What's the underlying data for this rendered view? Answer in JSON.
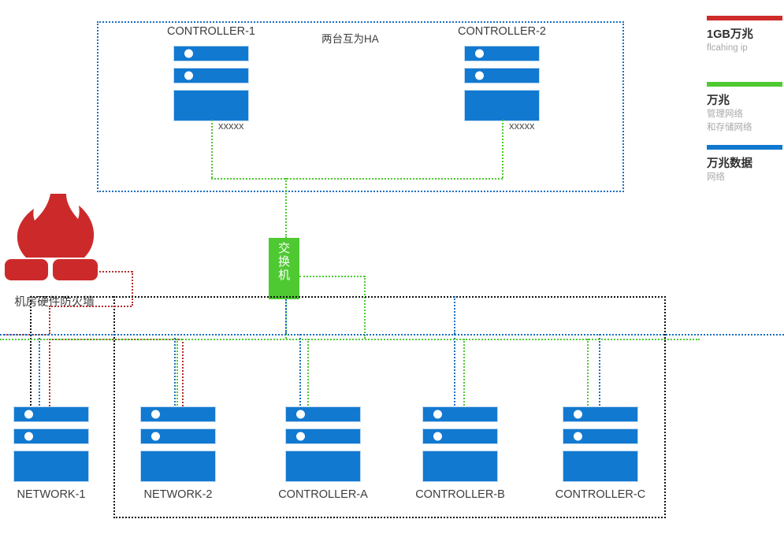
{
  "diagram": {
    "title_note": "两台互为HA",
    "firewall": {
      "label": "机房硬件防火墙",
      "icon": "firewall-flame-icon",
      "color": "#cc2a2a"
    },
    "switch": {
      "label_chars": [
        "交",
        "换",
        "机"
      ],
      "color": "#4ec931"
    },
    "top_zone": {
      "border_color": "#1b6fc0",
      "nodes": [
        {
          "name": "CONTROLLER-1",
          "port_label": "xxxxx"
        },
        {
          "name": "CONTROLLER-2",
          "port_label": "xxxxx"
        }
      ]
    },
    "bottom_zone": {
      "border_color": "#111111",
      "nodes": [
        {
          "name": "NETWORK-1"
        },
        {
          "name": "NETWORK-2"
        },
        {
          "name": "CONTROLLER-A"
        },
        {
          "name": "CONTROLLER-B"
        },
        {
          "name": "CONTROLLER-C"
        }
      ]
    },
    "server_color": "#1279d1",
    "legend": [
      {
        "bar_color": "#cf2b2b",
        "title": "1GB万兆",
        "sub1": "flcahing ip",
        "sub2": ""
      },
      {
        "bar_color": "#4ec931",
        "title": "万兆",
        "sub1": "管理网络",
        "sub2": "和存储网络"
      },
      {
        "bar_color": "#1078ce",
        "title": "万兆数据",
        "sub1": "网络",
        "sub2": ""
      }
    ]
  }
}
